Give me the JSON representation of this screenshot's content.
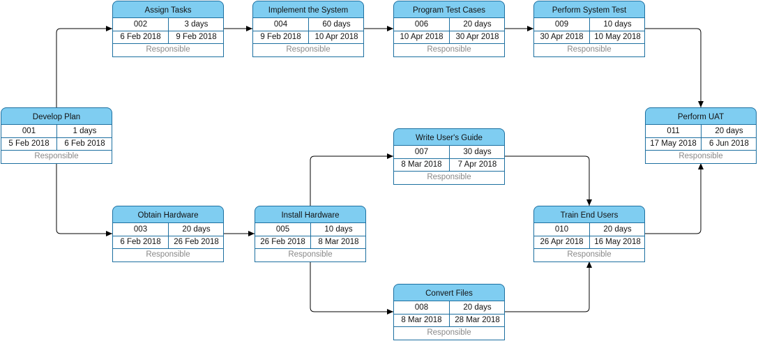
{
  "tasks": [
    {
      "id": "develop",
      "name": "Develop Plan",
      "num": "001",
      "duration": "1 days",
      "start": "5 Feb 2018",
      "end": "6 Feb 2018",
      "responsible": "Responsible"
    },
    {
      "id": "assign",
      "name": "Assign Tasks",
      "num": "002",
      "duration": "3 days",
      "start": "6 Feb 2018",
      "end": "9 Feb 2018",
      "responsible": "Responsible"
    },
    {
      "id": "obtain",
      "name": "Obtain Hardware",
      "num": "003",
      "duration": "20 days",
      "start": "6 Feb 2018",
      "end": "26 Feb 2018",
      "responsible": "Responsible"
    },
    {
      "id": "implement",
      "name": "Implement the System",
      "num": "004",
      "duration": "60 days",
      "start": "9 Feb 2018",
      "end": "10 Apr 2018",
      "responsible": "Responsible"
    },
    {
      "id": "install",
      "name": "Install Hardware",
      "num": "005",
      "duration": "10 days",
      "start": "26 Feb 2018",
      "end": "8 Mar 2018",
      "responsible": "Responsible"
    },
    {
      "id": "program",
      "name": "Program Test Cases",
      "num": "006",
      "duration": "20 days",
      "start": "10 Apr 2018",
      "end": "30 Apr 2018",
      "responsible": "Responsible"
    },
    {
      "id": "guide",
      "name": "Write User's Guide",
      "num": "007",
      "duration": "30 days",
      "start": "8 Mar 2018",
      "end": "7 Apr 2018",
      "responsible": "Responsible"
    },
    {
      "id": "convert",
      "name": "Convert Files",
      "num": "008",
      "duration": "20 days",
      "start": "8 Mar 2018",
      "end": "28 Mar 2018",
      "responsible": "Responsible"
    },
    {
      "id": "systest",
      "name": "Perform System Test",
      "num": "009",
      "duration": "10 days",
      "start": "30 Apr 2018",
      "end": "10 May 2018",
      "responsible": "Responsible"
    },
    {
      "id": "train",
      "name": "Train End Users",
      "num": "010",
      "duration": "20 days",
      "start": "26 Apr 2018",
      "end": "16 May 2018",
      "responsible": "Responsible"
    },
    {
      "id": "uat",
      "name": "Perform UAT",
      "num": "011",
      "duration": "20 days",
      "start": "17 May 2018",
      "end": "6 Jun 2018",
      "responsible": "Responsible"
    }
  ],
  "dependencies": [
    {
      "from": "develop",
      "to": "assign"
    },
    {
      "from": "develop",
      "to": "obtain"
    },
    {
      "from": "assign",
      "to": "implement"
    },
    {
      "from": "implement",
      "to": "program"
    },
    {
      "from": "program",
      "to": "systest"
    },
    {
      "from": "systest",
      "to": "uat"
    },
    {
      "from": "obtain",
      "to": "install"
    },
    {
      "from": "install",
      "to": "guide"
    },
    {
      "from": "install",
      "to": "convert"
    },
    {
      "from": "guide",
      "to": "train"
    },
    {
      "from": "convert",
      "to": "train"
    },
    {
      "from": "train",
      "to": "uat"
    }
  ],
  "colors": {
    "header_fill": "#7fcdf1",
    "border": "#1c6fa0",
    "connector": "#000000",
    "responsible_text": "#888888"
  }
}
